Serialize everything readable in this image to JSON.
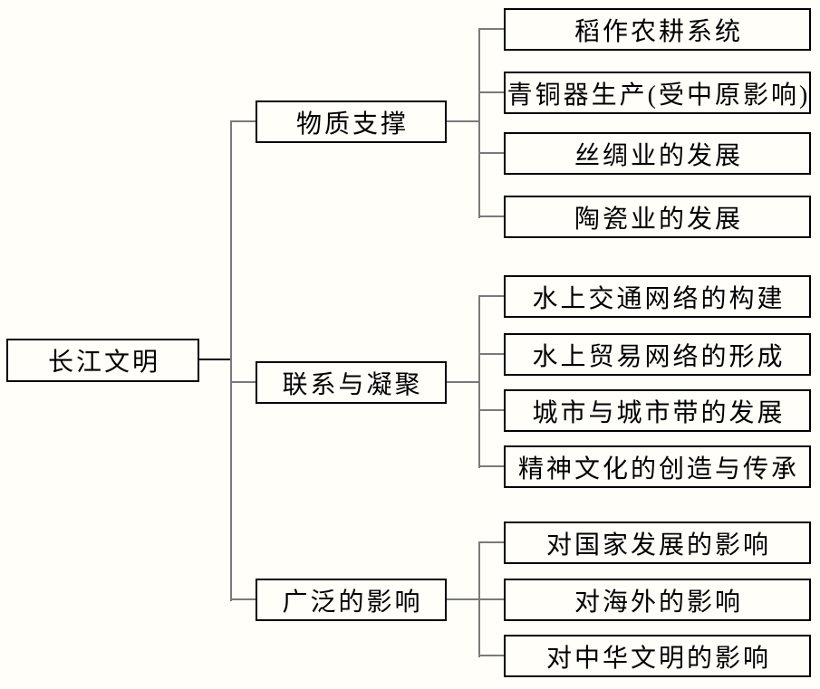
{
  "tree": {
    "root": {
      "label": "长江文明"
    },
    "branches": [
      {
        "label": "物质支撑",
        "children": [
          {
            "label": "稻作农耕系统"
          },
          {
            "label": "青铜器生产(受中原影响)"
          },
          {
            "label": "丝绸业的发展"
          },
          {
            "label": "陶瓷业的发展"
          }
        ]
      },
      {
        "label": "联系与凝聚",
        "children": [
          {
            "label": "水上交通网络的构建"
          },
          {
            "label": "水上贸易网络的形成"
          },
          {
            "label": "城市与城市带的发展"
          },
          {
            "label": "精神文化的创造与传承"
          }
        ]
      },
      {
        "label": "广泛的影响",
        "children": [
          {
            "label": "对国家发展的影响"
          },
          {
            "label": "对海外的影响"
          },
          {
            "label": "对中华文明的影响"
          }
        ]
      }
    ],
    "colors": {
      "background": "#fffef8",
      "box_border": "#000000",
      "text": "#000000",
      "connector": "#7a7a7a",
      "root_connector": "#000000"
    }
  }
}
